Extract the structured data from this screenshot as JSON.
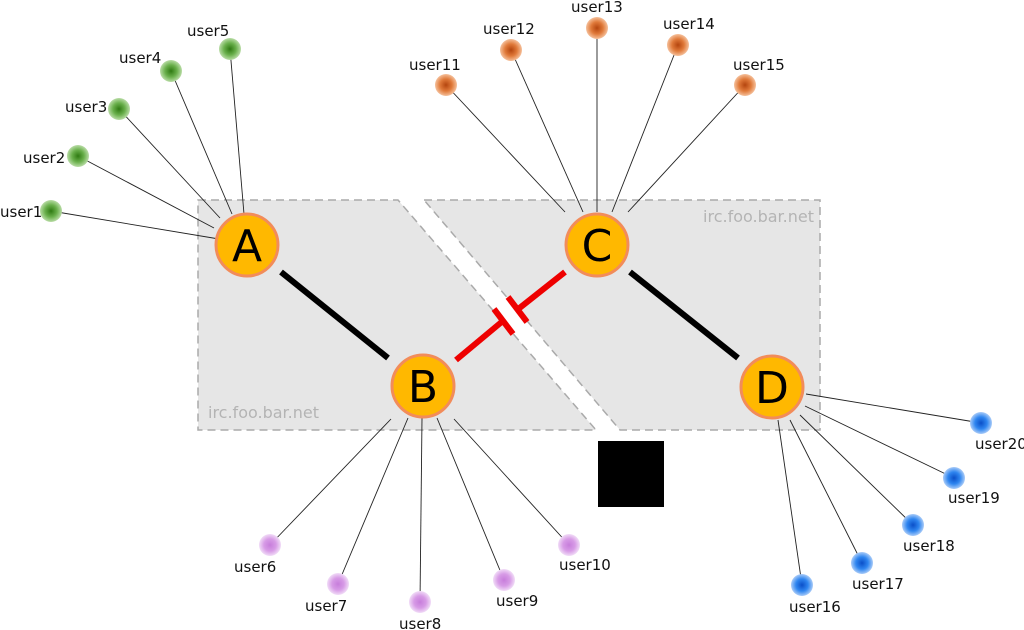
{
  "colors": {
    "server_fill": "#FFB800",
    "server_ring": "#F28C5A",
    "server_text": "#000000",
    "region_fill": "#E6E6E6",
    "region_border": "#AAAAAA",
    "region_label": "#B4B4B4",
    "link": "#000000",
    "broken_link": "#EE0000",
    "spoke": "#222222",
    "block": "#000000",
    "group_green": "#6AB04C",
    "group_orange": "#E07A3A",
    "group_violet": "#D79BE6",
    "group_blue": "#2F86F0"
  },
  "regions": [
    {
      "id": "left",
      "label": "irc.foo.bar.net"
    },
    {
      "id": "right",
      "label": "irc.foo.bar.net"
    }
  ],
  "servers": [
    {
      "id": "A",
      "label": "A"
    },
    {
      "id": "B",
      "label": "B"
    },
    {
      "id": "C",
      "label": "C"
    },
    {
      "id": "D",
      "label": "D"
    }
  ],
  "links": [
    {
      "from": "A",
      "to": "B",
      "status": "connected"
    },
    {
      "from": "C",
      "to": "D",
      "status": "connected"
    },
    {
      "from": "B",
      "to": "C",
      "status": "severed"
    }
  ],
  "users": [
    {
      "id": "user1",
      "label": "user1",
      "server": "A",
      "group": "green"
    },
    {
      "id": "user2",
      "label": "user2",
      "server": "A",
      "group": "green"
    },
    {
      "id": "user3",
      "label": "user3",
      "server": "A",
      "group": "green"
    },
    {
      "id": "user4",
      "label": "user4",
      "server": "A",
      "group": "green"
    },
    {
      "id": "user5",
      "label": "user5",
      "server": "A",
      "group": "green"
    },
    {
      "id": "user6",
      "label": "user6",
      "server": "B",
      "group": "violet"
    },
    {
      "id": "user7",
      "label": "user7",
      "server": "B",
      "group": "violet"
    },
    {
      "id": "user8",
      "label": "user8",
      "server": "B",
      "group": "violet"
    },
    {
      "id": "user9",
      "label": "user9",
      "server": "B",
      "group": "violet"
    },
    {
      "id": "user10",
      "label": "user10",
      "server": "B",
      "group": "violet"
    },
    {
      "id": "user11",
      "label": "user11",
      "server": "C",
      "group": "orange"
    },
    {
      "id": "user12",
      "label": "user12",
      "server": "C",
      "group": "orange"
    },
    {
      "id": "user13",
      "label": "user13",
      "server": "C",
      "group": "orange"
    },
    {
      "id": "user14",
      "label": "user14",
      "server": "C",
      "group": "orange"
    },
    {
      "id": "user15",
      "label": "user15",
      "server": "C",
      "group": "orange"
    },
    {
      "id": "user16",
      "label": "user16",
      "server": "D",
      "group": "blue"
    },
    {
      "id": "user17",
      "label": "user17",
      "server": "D",
      "group": "blue"
    },
    {
      "id": "user18",
      "label": "user18",
      "server": "D",
      "group": "blue"
    },
    {
      "id": "user19",
      "label": "user19",
      "server": "D",
      "group": "blue"
    },
    {
      "id": "user20",
      "label": "user20",
      "server": "D",
      "group": "blue"
    }
  ]
}
